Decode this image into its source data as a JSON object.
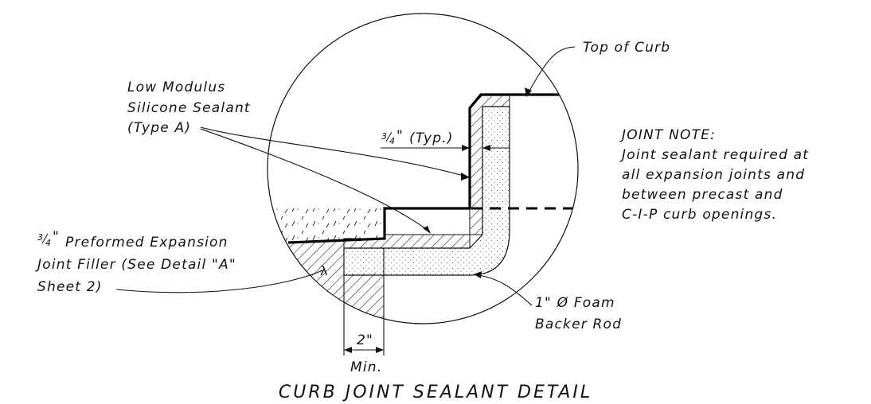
{
  "labels": {
    "top_of_curb": "Top of Curb",
    "sealant": [
      "Low Modulus",
      "Silicone Sealant",
      "(Type A)"
    ],
    "typ_dim": "(Typ.)",
    "joint_note": [
      "JOINT NOTE:",
      "Joint sealant required at",
      "all expansion joints and",
      "between precast and",
      "C-I-P curb openings."
    ],
    "filler": [
      "Preformed Expansion",
      "Joint Filler (See Detail \"A\"",
      "Sheet 2)"
    ],
    "backer": [
      "1\" Ø Foam",
      "Backer Rod"
    ],
    "min_dim": "2\"",
    "min_label": "Min.",
    "title": "CURB JOINT SEALANT DETAIL"
  }
}
